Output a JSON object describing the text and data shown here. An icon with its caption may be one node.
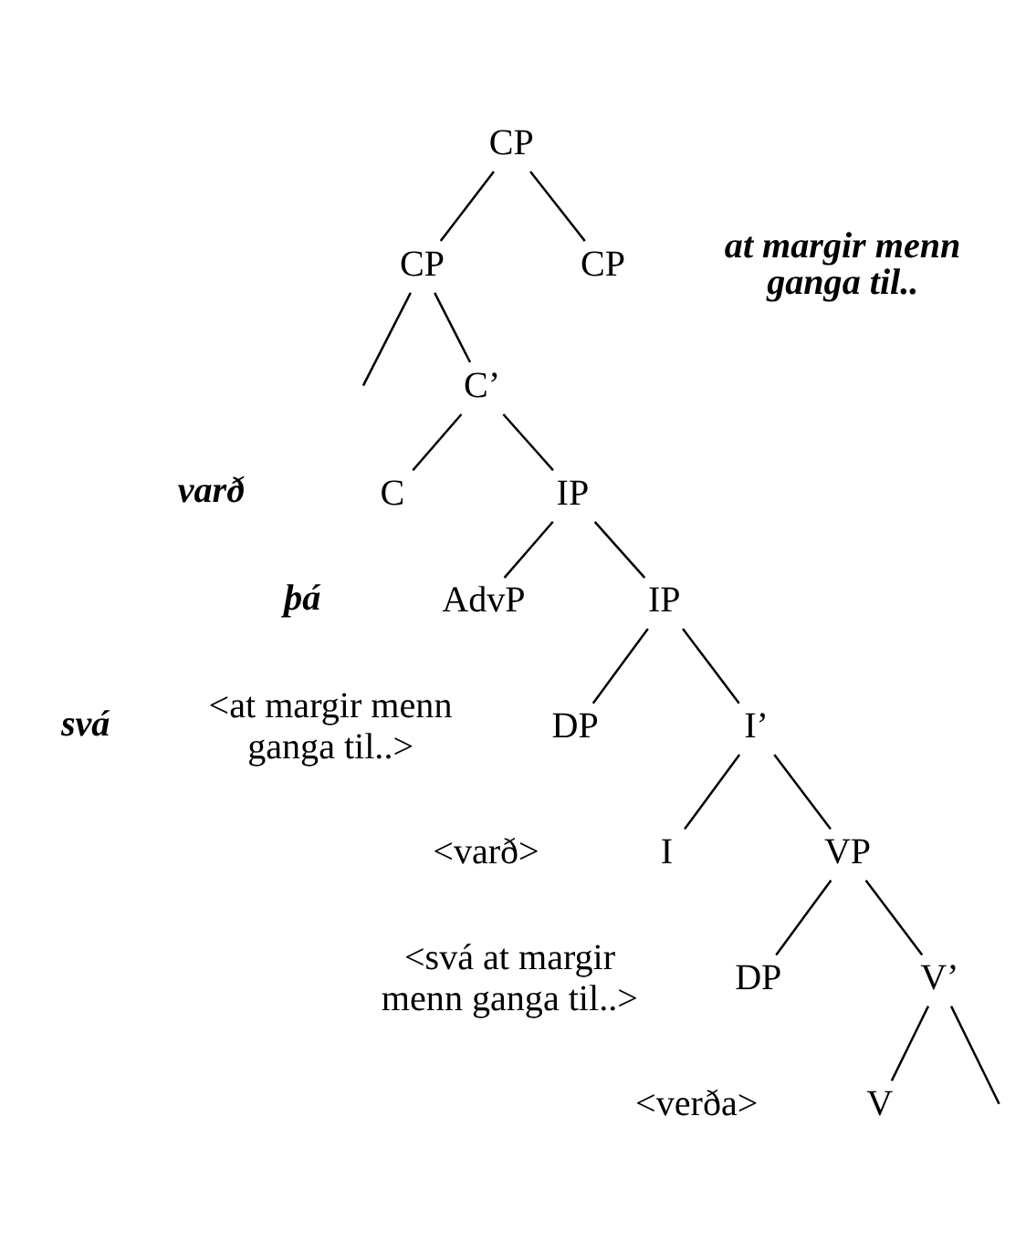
{
  "diagram": {
    "nodes": [
      {
        "text": [
          "CP"
        ]
      },
      {
        "text": [
          "CP"
        ]
      },
      {
        "text": [
          "CP"
        ],
        "beside": [
          "at margir menn ganga til.."
        ]
      },
      {
        "text": [
          "C’"
        ]
      },
      {
        "text": [
          "C"
        ],
        "beside": [
          "varð"
        ]
      },
      {
        "text": [
          "IP"
        ]
      },
      {
        "text": [
          "AdvP"
        ],
        "beside": [
          "þá"
        ]
      },
      {
        "text": [
          "IP"
        ]
      },
      {
        "text": [
          "DP"
        ],
        "beside": [
          "svá",
          "<at margir menn ganga til..>"
        ]
      },
      {
        "text": [
          "I’"
        ]
      },
      {
        "text": [
          "I"
        ],
        "beside": [
          "<varð>"
        ]
      },
      {
        "text": [
          "VP"
        ]
      },
      {
        "text": [
          "DP"
        ],
        "beside": [
          "<svá at margir menn ganga til..>"
        ]
      },
      {
        "text": [
          "V’"
        ]
      },
      {
        "text": [
          "V"
        ],
        "beside": [
          "<verða>"
        ]
      }
    ],
    "edges": [
      {
        "from": 0,
        "to": 1,
        "arrow": "none"
      },
      {
        "from": 0,
        "to": 2,
        "arrow": "none"
      },
      {
        "from": 1,
        "to": null,
        "arrow": "none"
      },
      {
        "from": 1,
        "to": 3,
        "arrow": "none"
      },
      {
        "from": 3,
        "to": 4,
        "arrow": "none"
      },
      {
        "from": 3,
        "to": 5,
        "arrow": "none"
      },
      {
        "from": 5,
        "to": 6,
        "arrow": "none"
      },
      {
        "from": 5,
        "to": 7,
        "arrow": "none"
      },
      {
        "from": 7,
        "to": 8,
        "arrow": "none"
      },
      {
        "from": 7,
        "to": 9,
        "arrow": "none"
      },
      {
        "from": 9,
        "to": 10,
        "arrow": "none"
      },
      {
        "from": 9,
        "to": 11,
        "arrow": "none"
      },
      {
        "from": 11,
        "to": 12,
        "arrow": "none"
      },
      {
        "from": 11,
        "to": 13,
        "arrow": "none"
      },
      {
        "from": 13,
        "to": 14,
        "arrow": "none"
      },
      {
        "from": 13,
        "to": null,
        "arrow": "none"
      }
    ]
  }
}
